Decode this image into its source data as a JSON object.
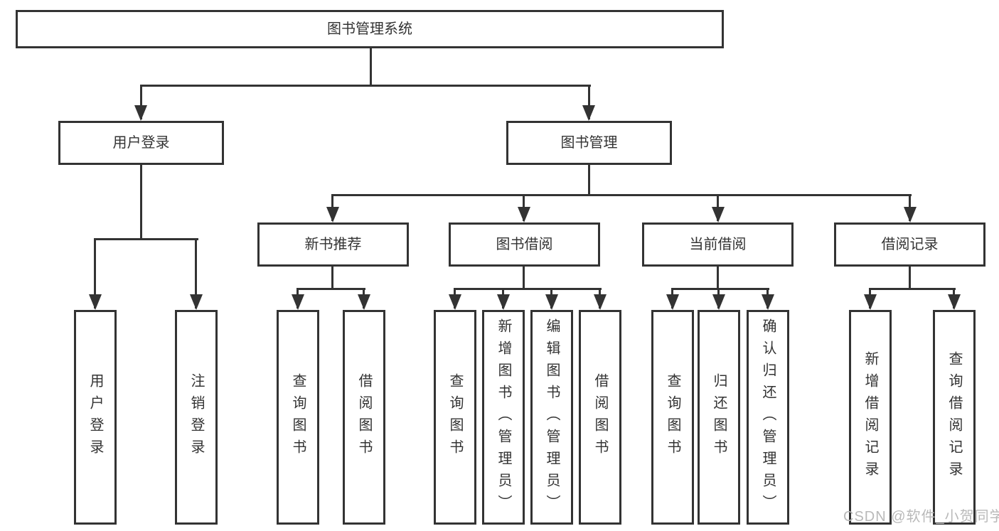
{
  "diagram": {
    "root": "图书管理系统",
    "level2": [
      "用户登录",
      "图书管理"
    ],
    "level3": [
      "新书推荐",
      "图书借阅",
      "当前借阅",
      "借阅记录"
    ],
    "leaves": {
      "user_login": [
        "用户登录",
        "注销登录"
      ],
      "new_book_recommend": [
        "查询图书",
        "借阅图书"
      ],
      "book_borrow": [
        "查询图书",
        "新增图书（管理员）",
        "编辑图书（管理员）",
        "借阅图书"
      ],
      "current_borrow": [
        "查询图书",
        "归还图书",
        "确认归还（管理员）"
      ],
      "borrow_records": [
        "新增借阅记录",
        "查询借阅记录"
      ]
    },
    "colors": {
      "line": "#333333",
      "box_bg": "#ffffff",
      "text": "#333333",
      "watermark": "#b9b9b9"
    },
    "watermark": "CSDN @软件_小贺同学"
  }
}
